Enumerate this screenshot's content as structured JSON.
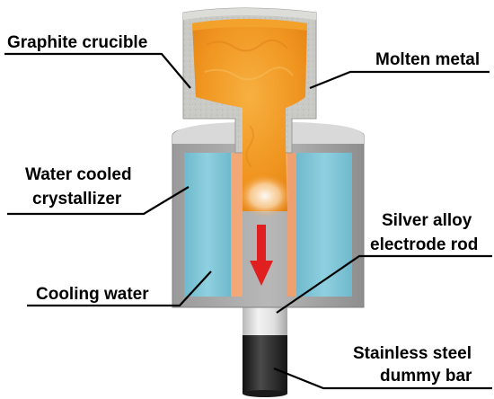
{
  "labels": {
    "graphite_crucible": "Graphite crucible",
    "molten_metal": "Molten metal",
    "crystallizer_line1": "Water cooled",
    "crystallizer_line2": "crystallizer",
    "silver_line1": "Silver alloy",
    "silver_line2": "electrode rod",
    "cooling_water": "Cooling water",
    "dummy_line1": "Stainless steel",
    "dummy_line2": "dummy bar"
  },
  "colors": {
    "graphite": "#c8c8c4",
    "crystallizer_body": "#a9a9a9",
    "cooling_water": "#7fc4d6",
    "molten_metal": "#f39a1e",
    "copper_liner": "#f0a070",
    "electrode_rod": "#e6e6e6",
    "dummy_bar": "#2a2a2a",
    "arrow": "#e02020"
  },
  "icons": {
    "flow_arrow": "down-arrow-icon"
  }
}
